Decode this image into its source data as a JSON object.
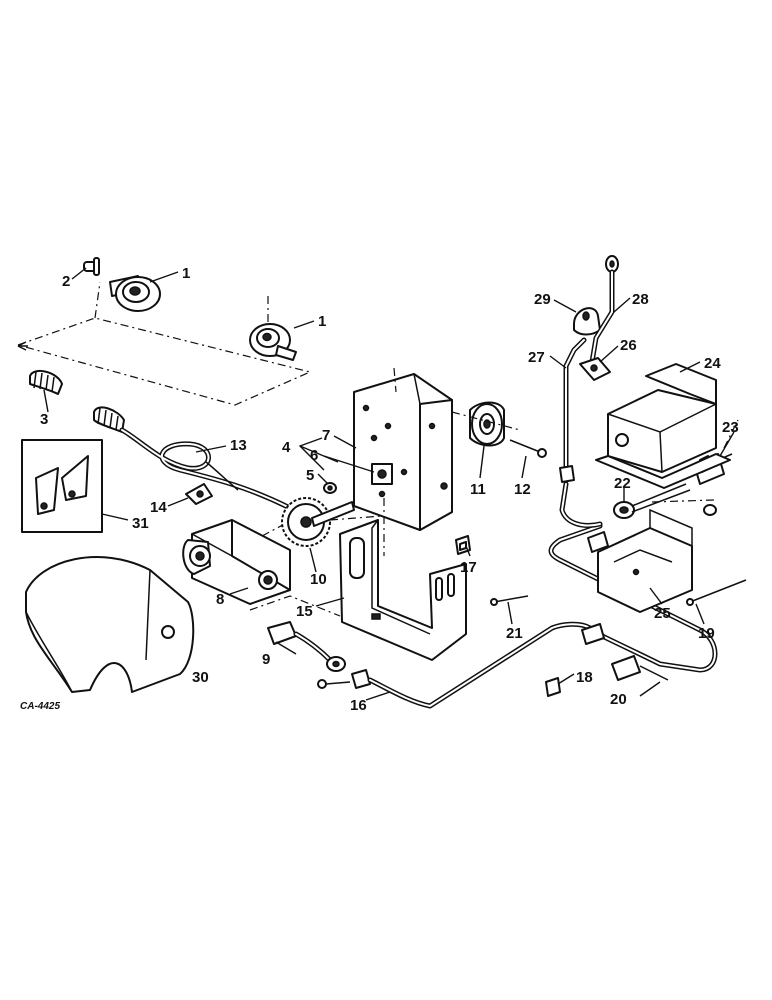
{
  "diagram_code": "CA-4425",
  "callouts": {
    "c1a": "1",
    "c1b": "1",
    "c2": "2",
    "c3": "3",
    "c4": "4",
    "c5": "5",
    "c6": "6",
    "c7": "7",
    "c8": "8",
    "c9": "9",
    "c10": "10",
    "c11": "11",
    "c12": "12",
    "c13": "13",
    "c14": "14",
    "c15": "15",
    "c16": "16",
    "c17": "17",
    "c18": "18",
    "c19": "19",
    "c20": "20",
    "c21": "21",
    "c22": "22",
    "c23": "23",
    "c24": "24",
    "c25": "25",
    "c26": "26",
    "c27": "27",
    "c28": "28",
    "c29": "29",
    "c30": "30",
    "c31": "31"
  }
}
